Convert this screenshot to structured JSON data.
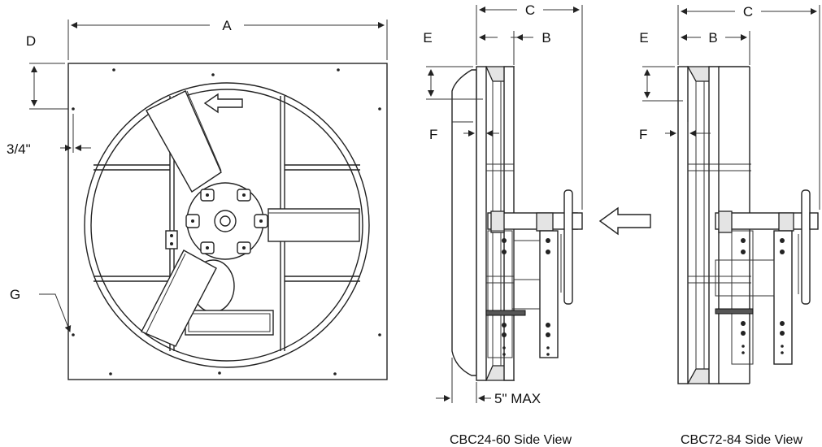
{
  "labels": {
    "a": "A",
    "b_left": "B",
    "b_right": "B",
    "c_left": "C",
    "c_right": "C",
    "d": "D",
    "e_left": "E",
    "e_right": "E",
    "f_left": "F",
    "f_right": "F",
    "g": "G",
    "three_quarter": "3/4\"",
    "five_max": "5\" MAX"
  },
  "captions": {
    "left_side_view": "CBC24-60 Side View",
    "right_side_view": "CBC72-84 Side View"
  }
}
